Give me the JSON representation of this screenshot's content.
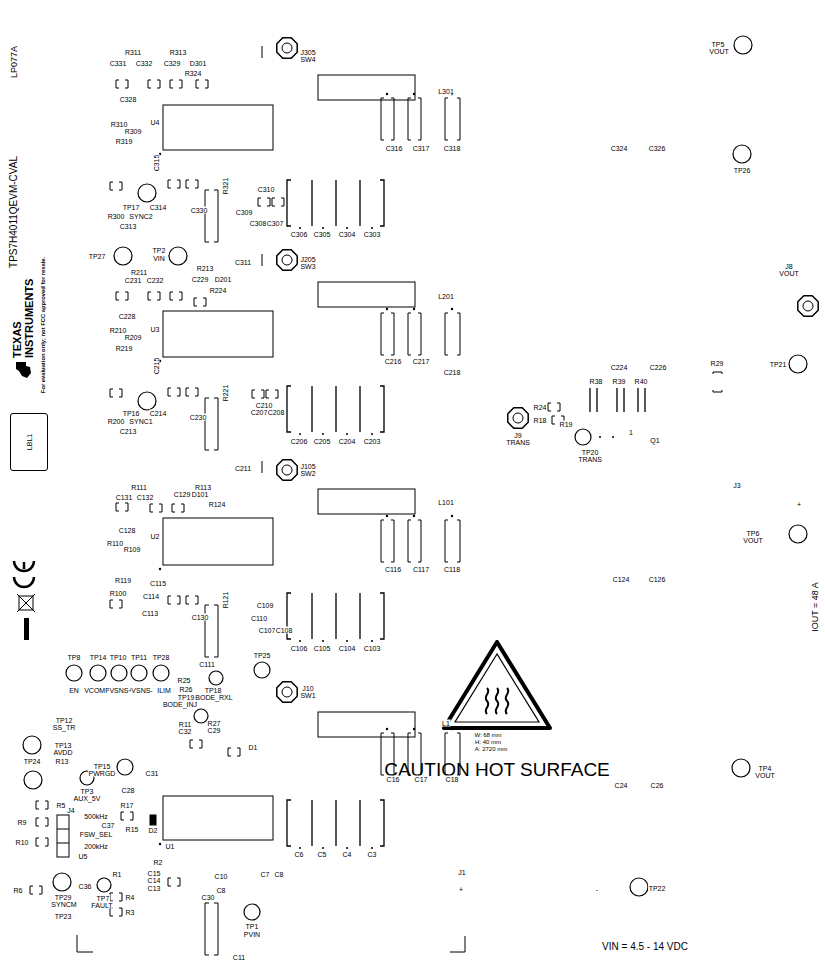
{
  "diagram": {
    "nodes": [
      {
        "text": [
          "LBL1"
        ]
      },
      {
        "text": [
          "CAUTION HOT SURFACE"
        ]
      }
    ],
    "labels": [
      "LP077A",
      "TPS7H4011QEVM-CVAL",
      "TEXAS INSTRUMENTS",
      "For evaluation only; not FCC approved for resale.",
      "R311",
      "R313",
      "C331",
      "C332",
      "C329",
      "D301",
      "R324",
      "J305",
      "SW4",
      "C328",
      "L301",
      "U4",
      "R310",
      "R309",
      "R319",
      "C316",
      "C317",
      "C318",
      "C324",
      "C326",
      "TP5",
      "VOUT",
      "TP26",
      "C315",
      "R321",
      "C310",
      "TP17",
      "C314",
      "R300",
      "SYNC2",
      "C330",
      "C309",
      "C308",
      "C307",
      "C313",
      "C306",
      "C305",
      "C304",
      "C303",
      "TP27",
      "TP2",
      "VIN",
      "C311",
      "J205",
      "SW3",
      "R211",
      "R213",
      "C231",
      "C232",
      "C229",
      "D201",
      "R224",
      "J8",
      "VOUT",
      "C228",
      "L201",
      "U3",
      "R210",
      "R209",
      "R219",
      "C216",
      "C217",
      "C218",
      "C224",
      "C226",
      "R29",
      "TP21",
      "C215",
      "R38",
      "R39",
      "R40",
      "R221",
      "C210",
      "R24",
      "TP16",
      "C214",
      "R200",
      "SYNC1",
      "C230",
      "C207",
      "C208",
      "R18",
      "R19",
      "C213",
      "1",
      "J9",
      "TRANS",
      "Q1",
      "C206",
      "C205",
      "C204",
      "C203",
      "TP20",
      "TRANS",
      "C211",
      "J105",
      "SW2",
      "J3",
      "R111",
      "R113",
      "C131",
      "C132",
      "C129",
      "D101",
      "R124",
      "+",
      "L101",
      "C128",
      "TP6",
      "VOUT",
      "U2",
      "R110",
      "R109",
      "C116",
      "C117",
      "C118",
      "C124",
      "C126",
      "R119",
      "C115",
      "R100",
      "C114",
      "R121",
      "C109",
      "IOUT = 48 A",
      "C113",
      "C130",
      "C110",
      "C107",
      "C108",
      "C106",
      "C105",
      "C104",
      "C103",
      "TP8",
      "TP14",
      "TP10",
      "TP11",
      "TP28",
      "TP25",
      "C111",
      "R25",
      "TP18",
      "EN",
      "VCOMP",
      "VSNS+",
      "VSNS-",
      "ILIM",
      "R26",
      "TP19",
      "BODE_RXL",
      "BODE_INJ",
      "J10",
      "SW1",
      "TP12",
      "SS_TR",
      "R27",
      "C29",
      "R11",
      "C32",
      "TP24",
      "TP13",
      "AVDD",
      "D1",
      "L1",
      "W: 68 mm",
      "H: 40 mm",
      "A: 2720 mm",
      "R13",
      "TP15",
      "PWRGD",
      "C31",
      "C16",
      "C17",
      "C18",
      "TP4",
      "VOUT",
      "C24",
      "C26",
      "C28",
      "TP3",
      "AUX_5V",
      "R5",
      "R17",
      "J4",
      "500kHz",
      "R9",
      "C37",
      "FSW_SEL",
      "R15",
      "D2",
      "R10",
      "200kHz",
      "U1",
      "C6",
      "C5",
      "C4",
      "C3",
      "U5",
      "R2",
      "J1",
      "R1",
      "C15",
      "C10",
      "C7",
      "C8",
      "C14",
      "C13",
      "C8",
      "+",
      "-",
      "R6",
      "C36",
      "C30",
      "TP22",
      "TP29",
      "SYNCM",
      "TP7",
      "FAULT",
      "R4",
      "R3",
      "TP23",
      "TP1",
      "PVIN",
      "VIN = 4.5 - 14 VDC",
      "C11"
    ]
  }
}
